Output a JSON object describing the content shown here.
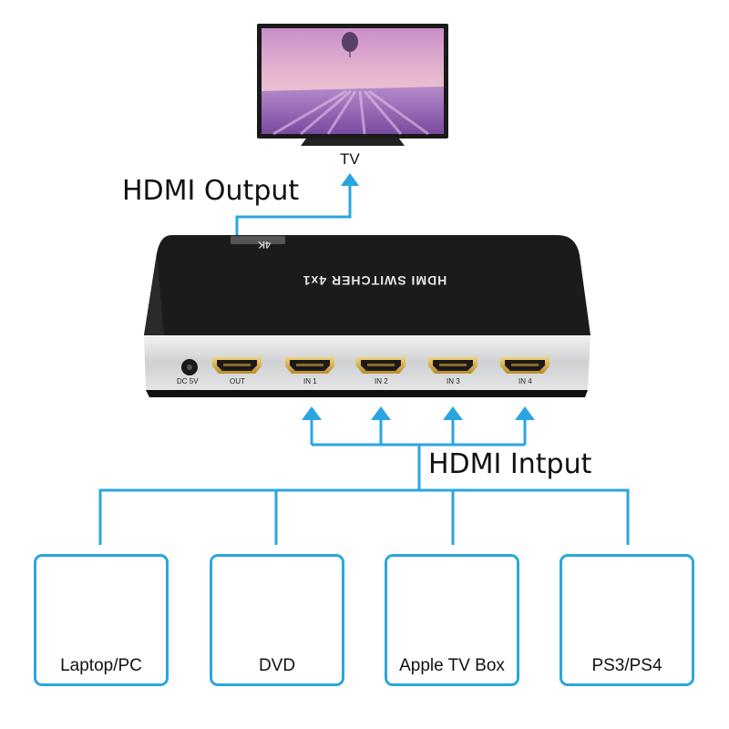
{
  "tv": {
    "label": "TV"
  },
  "output": {
    "label": "HDMI Output"
  },
  "input": {
    "label": "HDMI Intput"
  },
  "switcher": {
    "title": "HDMI SWITCHER 4x1",
    "badge": "4K",
    "ports": [
      "DC 5V",
      "OUT",
      "IN 1",
      "IN 2",
      "IN 3",
      "IN 4"
    ]
  },
  "devices": [
    {
      "name": "Laptop/PC",
      "icon": "laptop-icon"
    },
    {
      "name": "DVD",
      "icon": "dvd-player-icon"
    },
    {
      "name": "Apple TV Box",
      "icon": "apple-tv-icon"
    },
    {
      "name": "PS3/PS4",
      "icon": "playstation-icon"
    }
  ],
  "apple_tv_mark": "tv",
  "colors": {
    "line": "#2aa6df",
    "case": "#1b1b1b",
    "faceplate": "#d9dadc"
  }
}
